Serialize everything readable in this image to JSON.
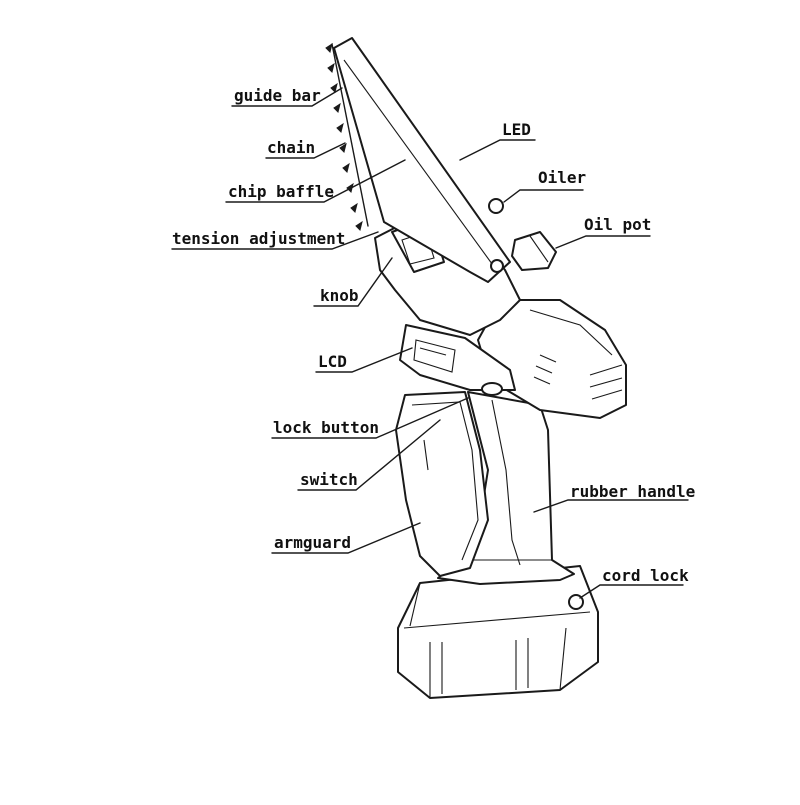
{
  "labels": {
    "guide_bar": "guide bar",
    "chain": "chain",
    "chip_baffle": "chip baffle",
    "tension_adjustment": "tension adjustment",
    "knob": "knob",
    "lcd": "LCD",
    "lock_button": "lock button",
    "switch": "switch",
    "armguard": "armguard",
    "led": "LED",
    "oiler": "Oiler",
    "oil_pot": "Oil pot",
    "rubber_handle": "rubber handle",
    "cord_lock": "cord lock"
  },
  "colors": {
    "ink": "#1a1a1a",
    "background": "#ffffff"
  }
}
